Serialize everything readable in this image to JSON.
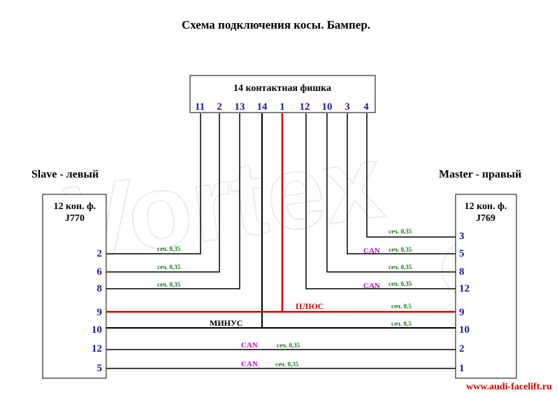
{
  "title": "Схема подключения косы. Бампер.",
  "connector": {
    "label": "14 контактная фишка",
    "pins": [
      "11",
      "2",
      "13",
      "14",
      "1",
      "12",
      "10",
      "3",
      "4"
    ]
  },
  "slave": {
    "heading": "Slave - левый",
    "box_line1": "12 кон. ф.",
    "box_line2": "J770",
    "pins": [
      "2",
      "6",
      "8",
      "9",
      "10",
      "12",
      "5"
    ]
  },
  "master": {
    "heading": "Master - правый",
    "box_line1": "12 кон. ф.",
    "box_line2": "J769",
    "pins": [
      "3",
      "5",
      "8",
      "12",
      "9",
      "10",
      "2",
      "1"
    ]
  },
  "labels": {
    "plus": "ПЛЮС",
    "minus": "МИНУС",
    "can": "CAN",
    "sec_035": "сеч. 0,35",
    "sec_05": "сеч. 0,5"
  },
  "footer": {
    "url": "www.audi-facelift.ru"
  },
  "colors": {
    "wire": "#000000",
    "plus_wire": "#d40000",
    "pin_text": "#1a1aa8",
    "section_text": "#1a7a1a",
    "can_text": "#cc00cc",
    "plus_text": "#d40000",
    "url_text": "#d40000"
  }
}
